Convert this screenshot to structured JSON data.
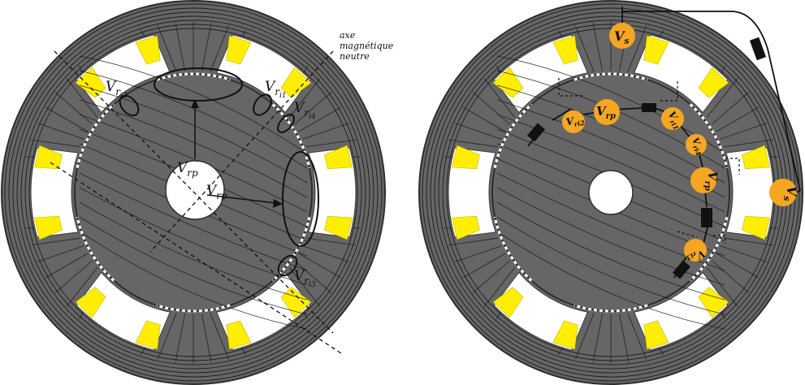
{
  "colors": {
    "iron": "#666666",
    "iron_edge": "#3a3a3a",
    "flux_line": "#111111",
    "winding": "#ffee00",
    "air": "#ffffff",
    "badge": "#f5a623",
    "dashed_gap": "#ffffff",
    "resistor": "#111111"
  },
  "left_figure": {
    "neutral_axis_label": [
      "axe",
      "magnétique",
      "neutre"
    ],
    "labels": {
      "vri1": {
        "main": "V",
        "sub": "r",
        "subsub": "i1"
      },
      "vri2": {
        "main": "V",
        "sub": "r",
        "subsub": "i2"
      },
      "vri3": {
        "main": "V",
        "sub": "r",
        "subsub": "i3"
      },
      "vri4": {
        "main": "V",
        "sub": "r",
        "subsub": "i4"
      },
      "vrp_center": {
        "main": "V",
        "sub": "rp"
      },
      "vrp_right": {
        "main": "V",
        "sub": "rp"
      }
    }
  },
  "right_figure": {
    "badges": {
      "vs_top": {
        "main": "V",
        "sub": "s"
      },
      "vs_right": {
        "main": "V",
        "sub": "s"
      },
      "vri2": {
        "main": "V",
        "sub": "ri2"
      },
      "vrp_left": {
        "main": "V",
        "sub": "rp"
      },
      "vri1": {
        "main": "V",
        "sub": "ri1"
      },
      "vri4": {
        "main": "V",
        "sub": "ri4"
      },
      "vrp_right": {
        "main": "V",
        "sub": "rp"
      },
      "vri3": {
        "main": "V",
        "sub": "ri3"
      }
    }
  }
}
